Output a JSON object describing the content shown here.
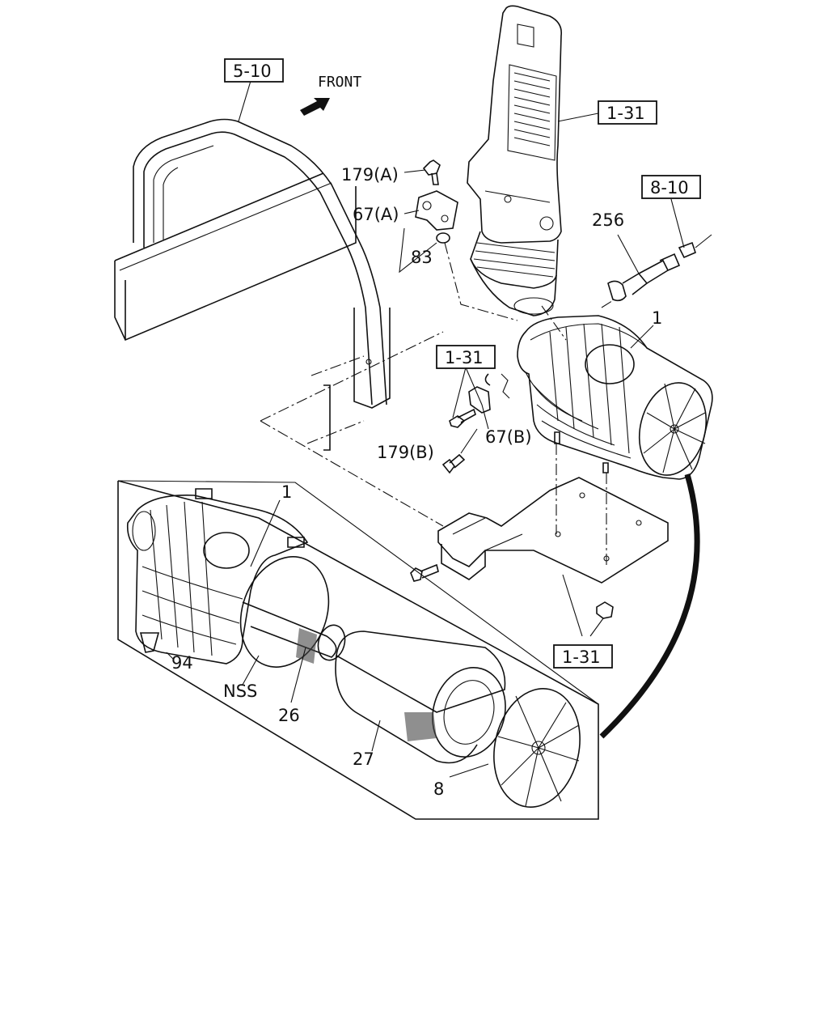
{
  "labels": {
    "front": "FRONT",
    "ref_5_10": "5-10",
    "ref_1_31_top": "1-31",
    "ref_8_10": "8-10",
    "ref_1_31_mid": "1-31",
    "ref_1_31_bottom": "1-31",
    "p179a": "179(A)",
    "p67a": "67(A)",
    "p83": "83",
    "p256": "256",
    "p1_top": "1",
    "p67b": "67(B)",
    "p179b": "179(B)",
    "p1_bottom": "1",
    "p94": "94",
    "pNSS": "NSS",
    "p26": "26",
    "p27": "27",
    "p8": "8"
  }
}
